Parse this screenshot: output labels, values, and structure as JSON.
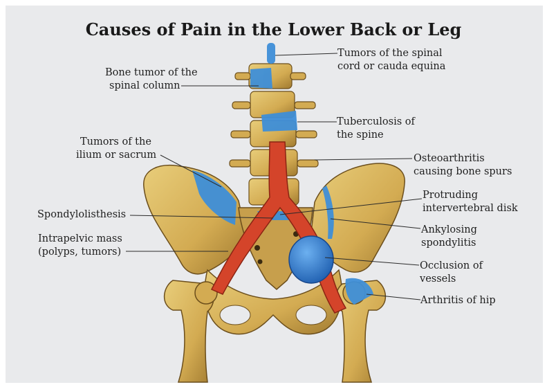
{
  "title": "Causes of Pain in the Lower Back or Leg",
  "labels": {
    "tumors_spinal_cord": [
      "Tumors of the spinal",
      "cord or cauda equina"
    ],
    "bone_tumor": [
      "Bone tumor of the",
      "spinal column"
    ],
    "tuberculosis": [
      "Tuberculosis of",
      "the spine"
    ],
    "tumors_ilium": [
      "Tumors of the",
      "ilium or sacrum"
    ],
    "osteoarthritis": [
      "Osteoarthritis",
      "causing bone spurs"
    ],
    "protruding_disk": [
      "Protruding",
      "intervertebral disk"
    ],
    "spondylolisthesis": [
      "Spondylolisthesis"
    ],
    "ankylosing": [
      "Ankylosing",
      "spondylitis"
    ],
    "intrapelvic": [
      "Intrapelvic mass",
      "(polyps, tumors)"
    ],
    "occlusion": [
      "Occlusion of",
      "vessels"
    ],
    "arthritis_hip": [
      "Arthritis of hip"
    ]
  },
  "colors": {
    "bone": "#d8b35a",
    "bone_shadow": "#8a6a2a",
    "vessel": "#d4442a",
    "highlight": "#3f8fd8",
    "background": "#e9eaec"
  }
}
